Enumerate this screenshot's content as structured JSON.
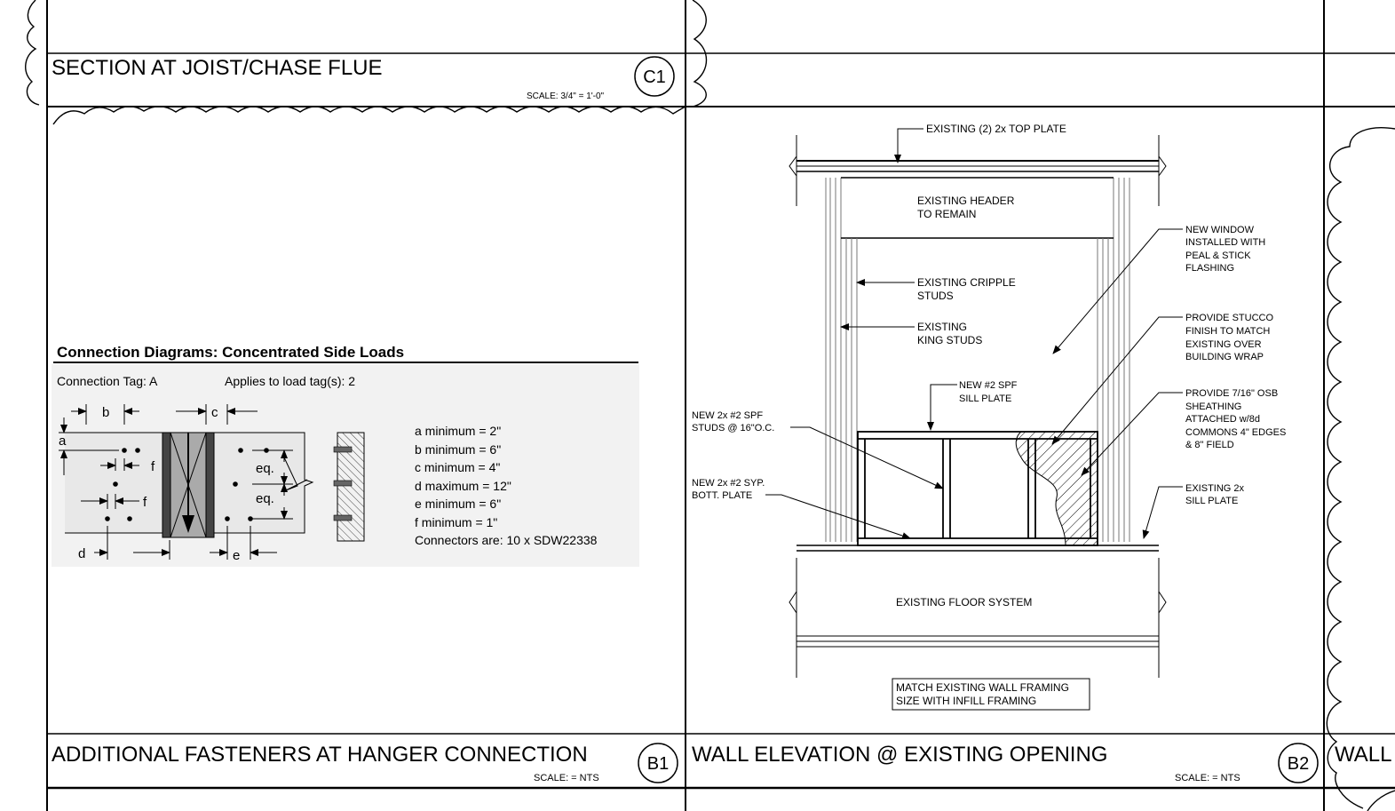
{
  "panels": {
    "c1": {
      "title": "SECTION AT JOIST/CHASE FLUE",
      "scale": "SCALE:  3/4\" = 1'-0\"",
      "tag": "C1"
    },
    "b1": {
      "title": "ADDITIONAL FASTENERS AT HANGER CONNECTION",
      "scale": "SCALE: = NTS",
      "tag": "B1"
    },
    "b2": {
      "title": "WALL ELEVATION @ EXISTING OPENING",
      "scale": "SCALE: = NTS",
      "tag": "B2"
    },
    "b3": {
      "title": "WALL"
    }
  },
  "connection": {
    "heading": "Connection Diagrams: Concentrated Side Loads",
    "tag_line": "Connection Tag: A",
    "applies_line": "Applies to load tag(s): 2",
    "specs": [
      "a minimum = 2\"",
      "b minimum = 6\"",
      "c minimum = 4\"",
      "d maximum = 12\"",
      "e minimum = 6\"",
      "f minimum = 1\"",
      "Connectors are: 10 x SDW22338"
    ],
    "dims": {
      "a": "a",
      "b": "b",
      "c": "c",
      "d": "d",
      "e": "e",
      "f": "f",
      "eq": "eq."
    }
  },
  "wall_notes": {
    "top_plate": "EXISTING (2) 2x TOP PLATE",
    "header": [
      "EXISTING HEADER",
      "TO REMAIN"
    ],
    "cripple": [
      "EXISTING CRIPPLE",
      "STUDS"
    ],
    "king": [
      "EXISTING",
      "KING STUDS"
    ],
    "window": [
      "NEW WINDOW",
      "INSTALLED WITH",
      "PEAL & STICK",
      "FLASHING"
    ],
    "stucco": [
      "PROVIDE STUCCO",
      "FINISH TO MATCH",
      "EXISTING OVER",
      "BUILDING WRAP"
    ],
    "osb": [
      "PROVIDE 7/16\" OSB",
      "SHEATHING",
      "ATTACHED w/8d",
      "COMMONS 4\" EDGES",
      "& 8\" FIELD"
    ],
    "sill_new": [
      "NEW #2 SPF",
      "SILL PLATE"
    ],
    "studs_new": [
      "NEW 2x #2 SPF",
      "STUDS @ 16\"O.C."
    ],
    "bott_plate": [
      "NEW 2x #2 SYP.",
      "BOTT. PLATE"
    ],
    "sill_existing": [
      "EXISTING 2x",
      "SILL PLATE"
    ],
    "floor": "EXISTING FLOOR SYSTEM",
    "match": [
      "MATCH EXISTING WALL FRAMING",
      "SIZE WITH INFILL FRAMING"
    ]
  }
}
